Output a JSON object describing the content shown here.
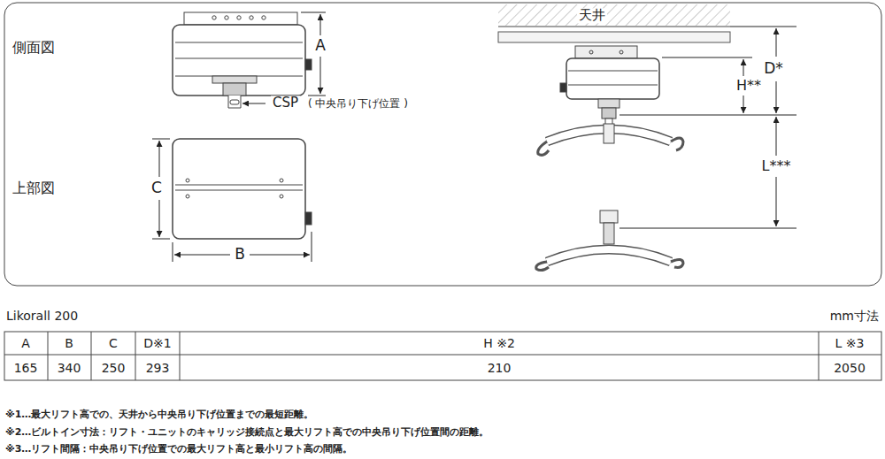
{
  "diagram": {
    "labels": [
      "側面図",
      "A",
      "CSP",
      "( 中央吊り下げ位置 )",
      "上部図",
      "C",
      "B",
      "天井",
      "D*",
      "H**",
      "L***",
      "Likorall 200",
      "mm寸法",
      "A",
      "B",
      "C",
      "D※1",
      "H ※2",
      "L ※3",
      "165",
      "340",
      "250",
      "293",
      "210",
      "2050",
      "※1…最大リフト高での、天井から中央吊り下げ位置までの最短距離。",
      "※2…ビルトイン寸法：リフト・ユニットのキャリッジ接続点と最大リフト高での中央吊り下げ位置間の距離。",
      "※3…リフト間隔：中央吊り下げ位置での最大リフト高と最小リフト高の間隔。"
    ]
  }
}
